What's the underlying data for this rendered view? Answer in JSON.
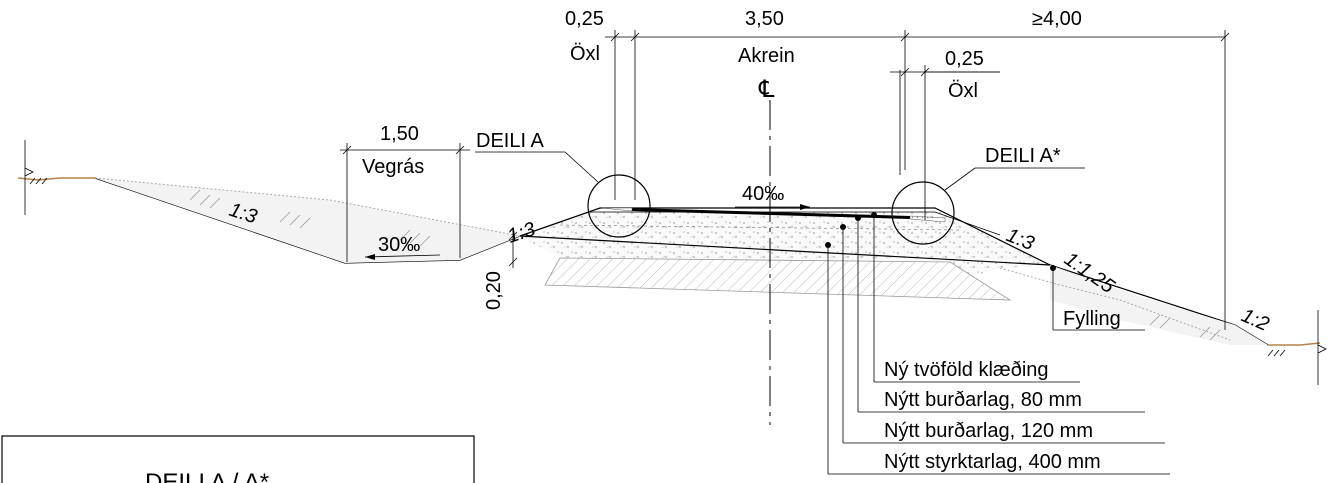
{
  "dimensions": {
    "shoulder_left": {
      "value": "0,25",
      "label": "Öxl"
    },
    "lane": {
      "value": "3,50",
      "label": "Akrein"
    },
    "right_width": {
      "value": "≥4,00"
    },
    "shoulder_right": {
      "value": "0,25",
      "label": "Öxl"
    },
    "ditch": {
      "value": "1,50",
      "label": "Vegrás"
    },
    "depth": {
      "value": "0,20"
    }
  },
  "centerline_symbol": "℄",
  "details": {
    "left": "DEILI A",
    "right": "DEILI A*"
  },
  "slopes": {
    "crossfall": "40‰",
    "ditch_fall": "30‰",
    "left_cut": "1:3",
    "left_inner": "1:3",
    "right_inner": "1:3",
    "right_fill": "1:1,25",
    "right_outer": "1:2"
  },
  "callouts": {
    "fill": "Fylling",
    "layers": [
      "Ný tvöföld klæðing",
      "Nýtt burðarlag, 80 mm",
      "Nýtt burðarlag, 120 mm",
      "Nýtt styrktarlag, 400 mm"
    ]
  },
  "legend_box_title": "DEILI A / A*"
}
